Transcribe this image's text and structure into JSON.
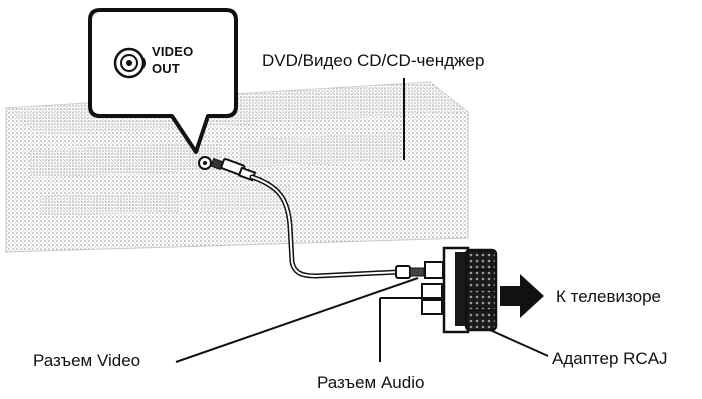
{
  "callout": {
    "jack_line1": "VIDEO",
    "jack_line2": "OUT"
  },
  "labels": {
    "device": "DVD/Видео CD/CD-ченджер",
    "tv": "К телевизоре",
    "video_connector": "Разъем Video",
    "audio_connector": "Разъем Audio",
    "adapter": "Адаптер RCAJ"
  },
  "colors": {
    "ink": "#111111",
    "stipple": "#9a9a9a",
    "background": "#ffffff"
  }
}
